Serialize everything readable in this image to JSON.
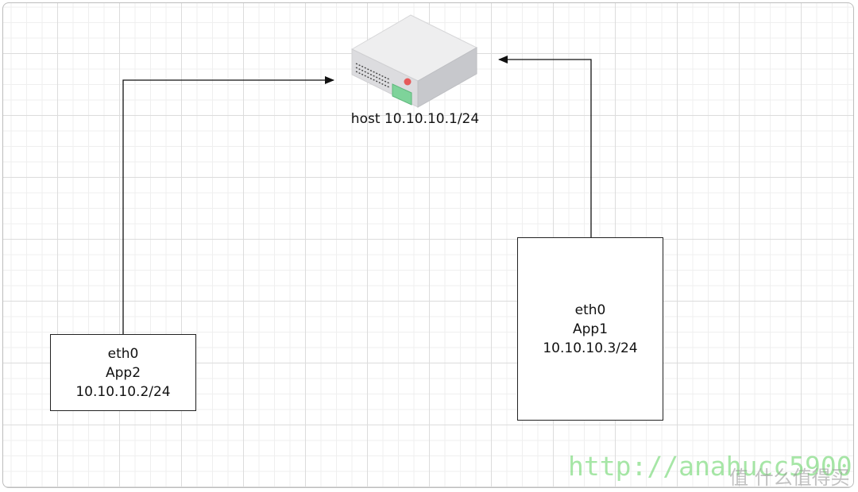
{
  "host": {
    "label": "host 10.10.10.1/24"
  },
  "app2": {
    "iface": "eth0",
    "name": "App2",
    "ip": "10.10.10.2/24"
  },
  "app1": {
    "iface": "eth0",
    "name": "App1",
    "ip": "10.10.10.3/24"
  },
  "watermark": {
    "url": "http://anahucc5900",
    "site": "值 什么值得买"
  },
  "colors": {
    "line": "#111111",
    "grid": "#dcdcdc",
    "led": "#e65a5a",
    "panel": "#7ed39a",
    "watermark": "#5fd35f"
  }
}
